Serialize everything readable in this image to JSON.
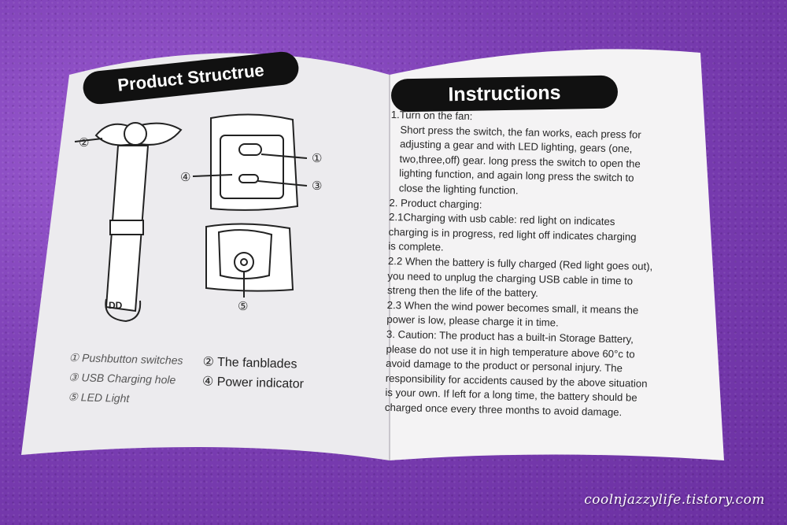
{
  "left_page": {
    "title": "Product Structrue",
    "callouts": [
      "①",
      "②",
      "③",
      "④",
      "⑤"
    ],
    "legend": [
      [
        "① Pushbutton switches",
        "② The fanblades"
      ],
      [
        "③ USB Charging hole",
        "④ Power indicator"
      ],
      [
        "⑤ LED Light",
        ""
      ]
    ]
  },
  "right_page": {
    "title": "Instructions",
    "lines": [
      "1.Turn on the fan:",
      "  Short press the switch, the fan works, each press for",
      "  adjusting a gear and with LED lighting, gears (one,",
      "  two,three,off) gear. long press the switch to open the",
      "  lighting function, and again long press the switch to",
      "  close the lighting function.",
      "2. Product charging:",
      "2.1Charging with usb cable: red light on indicates",
      "charging is in progress, red light off indicates charging",
      "is complete.",
      "2.2 When the battery is fully charged (Red light goes out),",
      "you need to unplug the charging USB cable in time to",
      "streng then the life of the battery.",
      "2.3 When the wind power becomes small, it means the",
      "power is low, please charge it in time.",
      "3. Caution: The product has a built-in Storage Battery,",
      "please do not use it in high temperature above 60°c to",
      "avoid damage to the product or personal injury. The",
      "responsibility for accidents caused by the above situation",
      "is your own. If left for a long time, the battery should be",
      "charged once every three months to avoid damage."
    ]
  },
  "watermark": "coolnjazzylife.tistory.com"
}
